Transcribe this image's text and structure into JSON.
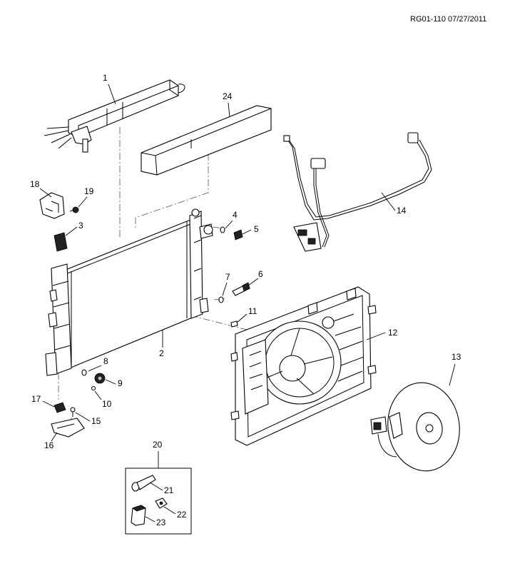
{
  "diagram_ref": "RG01-110 07/27/2011",
  "callouts": {
    "c1": "1",
    "c2": "2",
    "c3": "3",
    "c4": "4",
    "c5": "5",
    "c6": "6",
    "c7": "7",
    "c8": "8",
    "c9": "9",
    "c10": "10",
    "c11": "11",
    "c12": "12",
    "c13": "13",
    "c14": "14",
    "c15": "15",
    "c16": "16",
    "c17": "17",
    "c18": "18",
    "c19": "19",
    "c20": "20",
    "c21": "21",
    "c22": "22",
    "c23": "23",
    "c24": "24"
  }
}
